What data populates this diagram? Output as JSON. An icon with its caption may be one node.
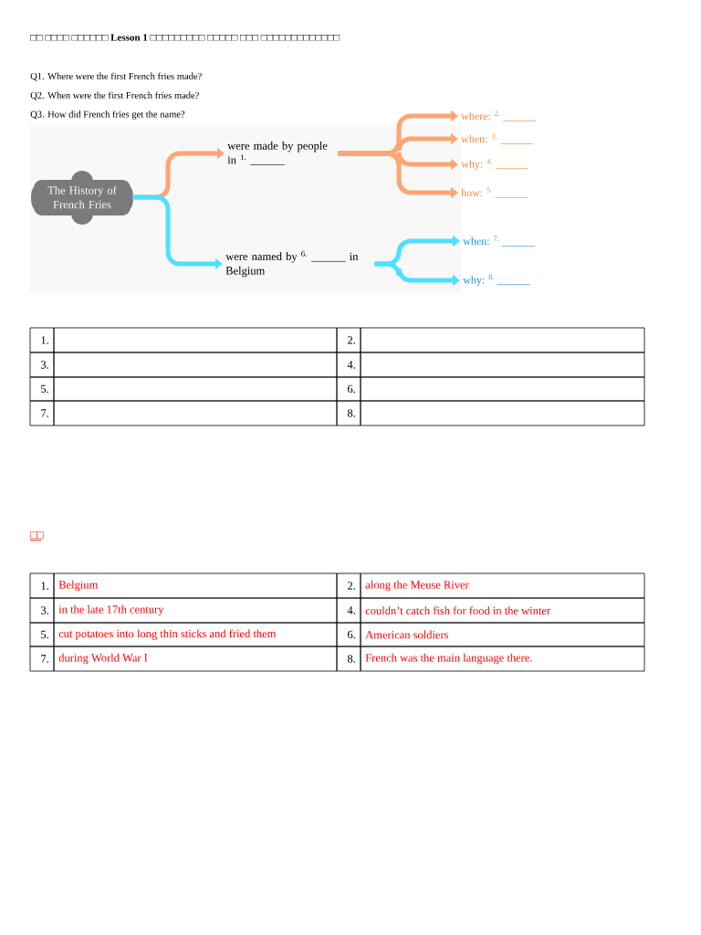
{
  "diagram": {
    "title": "□□ □□□□ □□□□□□ Lesson 1 □□□□□□□□□ □□□□□ □□□ □□□□□□□□□□□□□",
    "nodes": [
      {
        "text": [
          "The History of French Fries"
        ]
      },
      {
        "text": [
          "were made by people in $^{1.}$ ______"
        ]
      },
      {
        "text": [
          "were named by $^{6.}$ ______ in Belgium"
        ]
      },
      {
        "text": [
          "where: $^{2.}$ ______"
        ]
      },
      {
        "text": [
          "when: $^{3.}$ ______"
        ]
      },
      {
        "text": [
          "why: $^{4.}$ ______"
        ]
      },
      {
        "text": [
          "how: $^{5.}$ ______"
        ]
      },
      {
        "text": [
          "when: $^{7.}$ ______"
        ]
      },
      {
        "text": [
          "why: $^{8.}$ ______"
        ]
      }
    ],
    "edges": [
      {
        "from": 0,
        "to": 1,
        "arrow": "to"
      },
      {
        "from": 0,
        "to": 2,
        "arrow": "to",
        "color": "#4de0ff"
      },
      {
        "from": 1,
        "to": 3,
        "arrow": "to"
      },
      {
        "from": 1,
        "to": 4,
        "arrow": "to"
      },
      {
        "from": 1,
        "to": 5,
        "arrow": "to"
      },
      {
        "from": 1,
        "to": 6,
        "arrow": "to"
      },
      {
        "from": 2,
        "to": 7,
        "arrow": "to",
        "color": "#4de0ff"
      },
      {
        "from": 2,
        "to": 8,
        "arrow": "to",
        "color": "#4de0ff"
      }
    ],
    "labels": [
      "Q1. Where were the first French fries made?",
      "Q2. When were the first French fries made?",
      "Q3. How did French fries get the name?",
      "1.",
      "2.",
      "3.",
      "4.",
      "5.",
      "6.",
      "7.",
      "8.",
      "□□",
      "1.",
      "Belgium",
      "2.",
      "along the Meuse River",
      "3.",
      "in the late 17th century",
      "4.",
      "couldn’t catch fish for food in the winter",
      "5.",
      "cut potatoes into long thin sticks and fried them",
      "6.",
      "American soldiers",
      "7.",
      "during World War I",
      "8.",
      "French was the main language there."
    ]
  }
}
